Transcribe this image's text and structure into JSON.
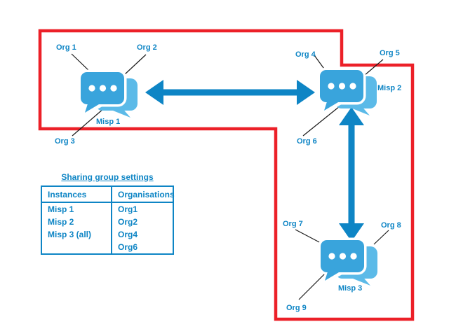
{
  "diagram": {
    "description": "MISP instances sharing group diagram",
    "nodes": [
      {
        "label": "Misp 1"
      },
      {
        "label": "Misp 2"
      },
      {
        "label": "Misp 3"
      }
    ],
    "orgs": [
      "Org 1",
      "Org 2",
      "Org 3",
      "Org 4",
      "Org 5",
      "Org 6",
      "Org 7",
      "Org 8",
      "Org 9"
    ],
    "icons": {
      "instance": "chat-bubbles-icon"
    },
    "colors": {
      "boundary_red": "#EC2028",
      "accent_blue": "#0E85C5",
      "icon_front_blue": "#39A4DC",
      "icon_back_blue": "#5BBAE8",
      "connector_black": "#1A1A1A"
    }
  },
  "table": {
    "title": "Sharing group settings",
    "headers": [
      "Instances",
      "Organisations"
    ],
    "rows": [
      {
        "instance": "Misp 1",
        "organisation": "Org1"
      },
      {
        "instance": "Misp 2",
        "organisation": "Org2"
      },
      {
        "instance": "Misp 3 (all)",
        "organisation": "Org4"
      },
      {
        "instance": "",
        "organisation": "Org6"
      }
    ]
  }
}
